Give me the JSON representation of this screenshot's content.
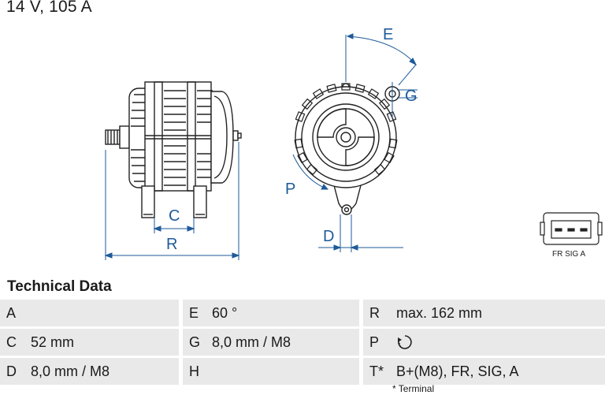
{
  "header": {
    "title": "14 V, 105 A"
  },
  "drawing": {
    "dimension_labels": {
      "e": "E",
      "g": "G",
      "c": "C",
      "r": "R",
      "p": "P",
      "d": "D"
    },
    "connector_label": "FR SIG A"
  },
  "technical_data": {
    "title": "Technical Data",
    "rows": [
      [
        {
          "key": "A",
          "value": ""
        },
        {
          "key": "E",
          "value": "60 °"
        },
        {
          "key": "R",
          "value": "max. 162 mm"
        }
      ],
      [
        {
          "key": "C",
          "value": "52 mm"
        },
        {
          "key": "G",
          "value": "8,0 mm / M8"
        },
        {
          "key": "P",
          "value": ""
        }
      ],
      [
        {
          "key": "D",
          "value": "8,0 mm / M8"
        },
        {
          "key": "H",
          "value": ""
        },
        {
          "key": "T*",
          "value": "B+(M8), FR, SIG, A"
        }
      ]
    ],
    "footnote": "* Terminal"
  }
}
